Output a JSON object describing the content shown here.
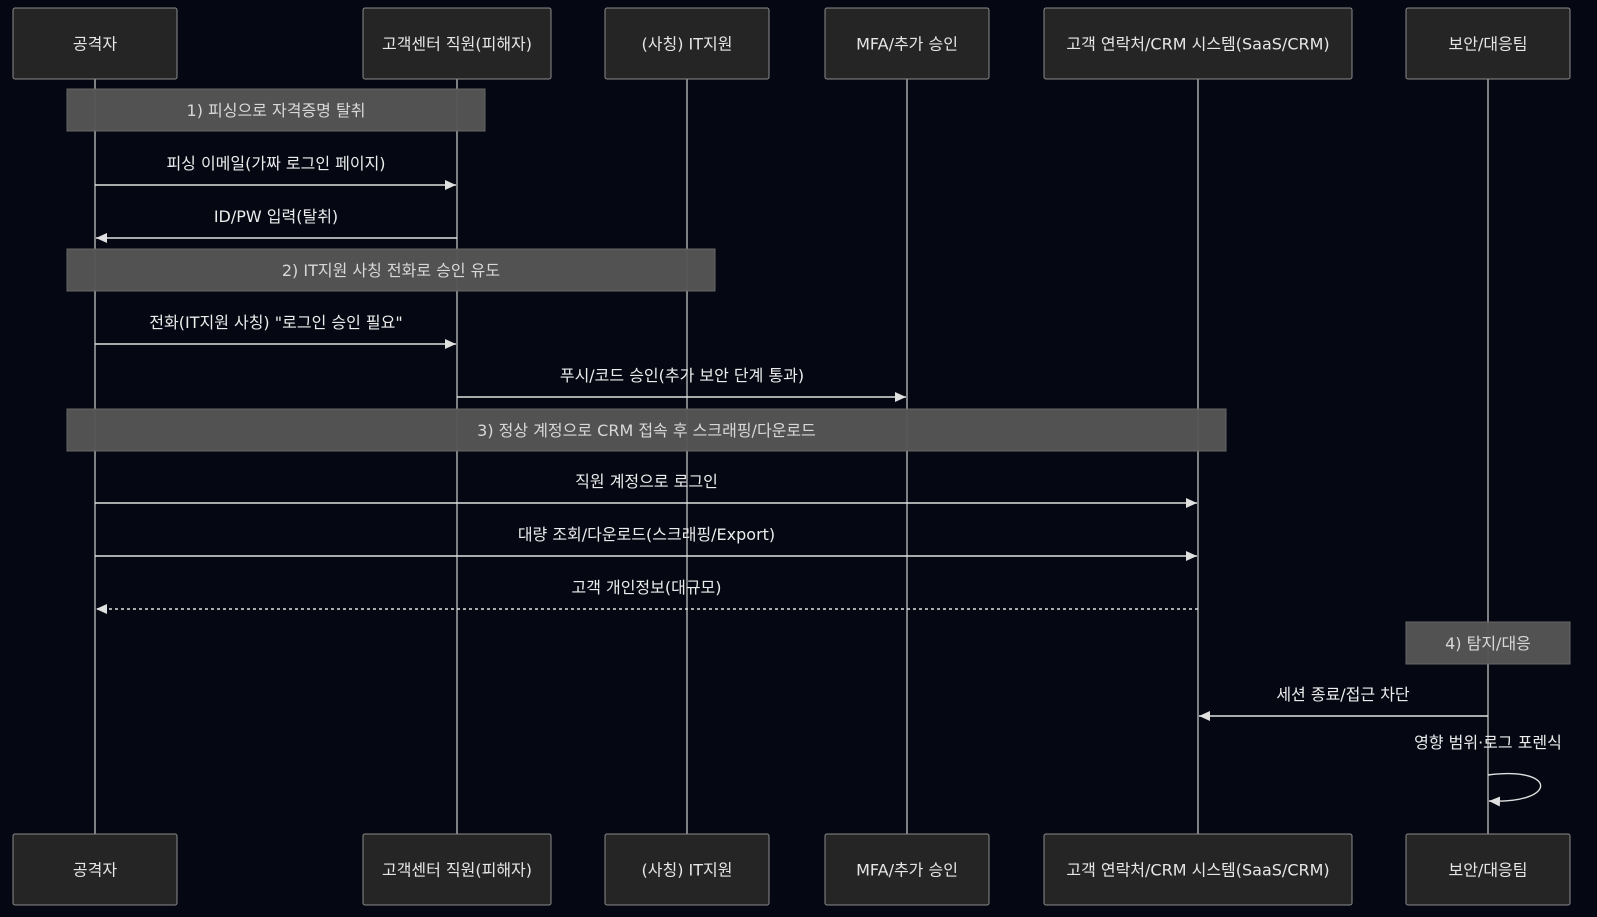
{
  "participants": [
    {
      "id": "attacker",
      "label": "공격자"
    },
    {
      "id": "agent",
      "label": "고객센터 직원(피해자)"
    },
    {
      "id": "it",
      "label": "(사칭) IT지원"
    },
    {
      "id": "mfa",
      "label": "MFA/추가 승인"
    },
    {
      "id": "crm",
      "label": "고객 연락처/CRM 시스템(SaaS/CRM)"
    },
    {
      "id": "sec",
      "label": "보안/대응팀"
    }
  ],
  "steps": [
    {
      "kind": "note",
      "from": "attacker",
      "to": "agent",
      "text": "1) 피싱으로 자격증명 탈취"
    },
    {
      "kind": "message",
      "from": "attacker",
      "to": "agent",
      "text": "피싱 이메일(가짜 로그인 페이지)",
      "style": "solid"
    },
    {
      "kind": "message",
      "from": "agent",
      "to": "attacker",
      "text": "ID/PW 입력(탈취)",
      "style": "solid"
    },
    {
      "kind": "note",
      "from": "attacker",
      "to": "it",
      "text": "2) IT지원 사칭 전화로 승인 유도"
    },
    {
      "kind": "message",
      "from": "attacker",
      "to": "agent",
      "text": "전화(IT지원 사칭) \"로그인 승인 필요\"",
      "style": "solid"
    },
    {
      "kind": "message",
      "from": "agent",
      "to": "mfa",
      "text": "푸시/코드 승인(추가 보안 단계 통과)",
      "style": "solid"
    },
    {
      "kind": "note",
      "from": "attacker",
      "to": "crm",
      "text": "3) 정상 계정으로 CRM 접속 후 스크래핑/다운로드"
    },
    {
      "kind": "message",
      "from": "attacker",
      "to": "crm",
      "text": "직원 계정으로 로그인",
      "style": "solid"
    },
    {
      "kind": "message",
      "from": "attacker",
      "to": "crm",
      "text": "대량 조회/다운로드(스크래핑/Export)",
      "style": "solid"
    },
    {
      "kind": "message",
      "from": "crm",
      "to": "attacker",
      "text": "고객 개인정보(대규모)",
      "style": "dashed"
    },
    {
      "kind": "note",
      "from": "sec",
      "to": "sec",
      "text": "4) 탐지/대응"
    },
    {
      "kind": "message",
      "from": "sec",
      "to": "crm",
      "text": "세션 종료/접근 차단",
      "style": "solid"
    },
    {
      "kind": "self",
      "from": "sec",
      "to": "sec",
      "text": "영향 범위·로그 포렌식",
      "style": "solid"
    }
  ]
}
